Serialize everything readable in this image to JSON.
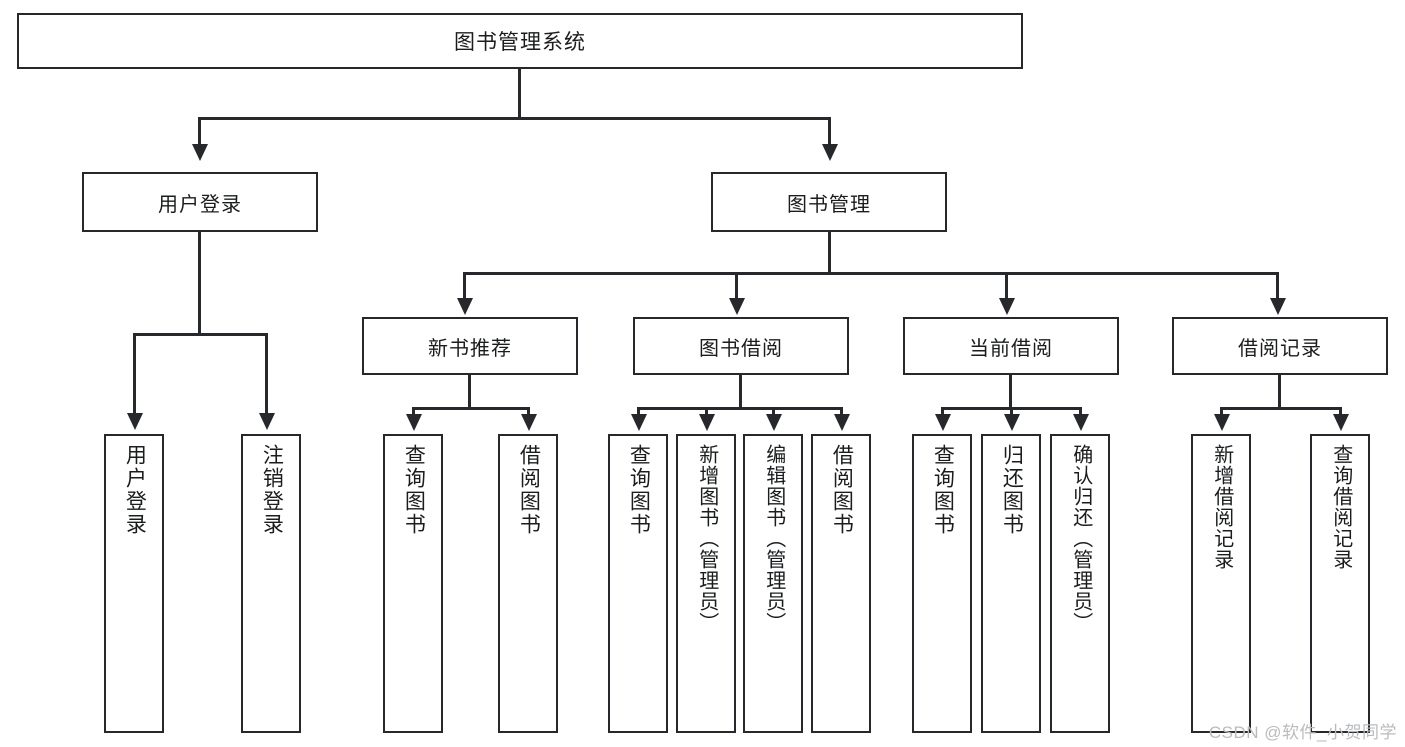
{
  "diagram": {
    "type": "tree",
    "title": "图书管理系统",
    "watermark": "CSDN @软件_小贺同学",
    "colors": {
      "stroke": "#26282b",
      "background": "#ffffff",
      "text": "#1b1c1e",
      "watermark": "#b9bbbd"
    },
    "root": {
      "label": "图书管理系统"
    },
    "level2": [
      {
        "label": "用户登录"
      },
      {
        "label": "图书管理"
      }
    ],
    "level3": [
      {
        "label": "新书推荐"
      },
      {
        "label": "图书借阅"
      },
      {
        "label": "当前借阅"
      },
      {
        "label": "借阅记录"
      }
    ],
    "leaves": {
      "user_login": [
        {
          "label": "用户登录"
        },
        {
          "label": "注销登录"
        }
      ],
      "new_book": [
        {
          "label": "查询图书"
        },
        {
          "label": "借阅图书"
        }
      ],
      "book_borrow": [
        {
          "label": "查询图书"
        },
        {
          "label": "新增图书（管理员）"
        },
        {
          "label": "编辑图书（管理员）"
        },
        {
          "label": "借阅图书"
        }
      ],
      "current_borrow": [
        {
          "label": "查询图书"
        },
        {
          "label": "归还图书"
        },
        {
          "label": "确认归还（管理员）"
        }
      ],
      "borrow_record": [
        {
          "label": "新增借阅记录"
        },
        {
          "label": "查询借阅记录"
        }
      ]
    }
  }
}
